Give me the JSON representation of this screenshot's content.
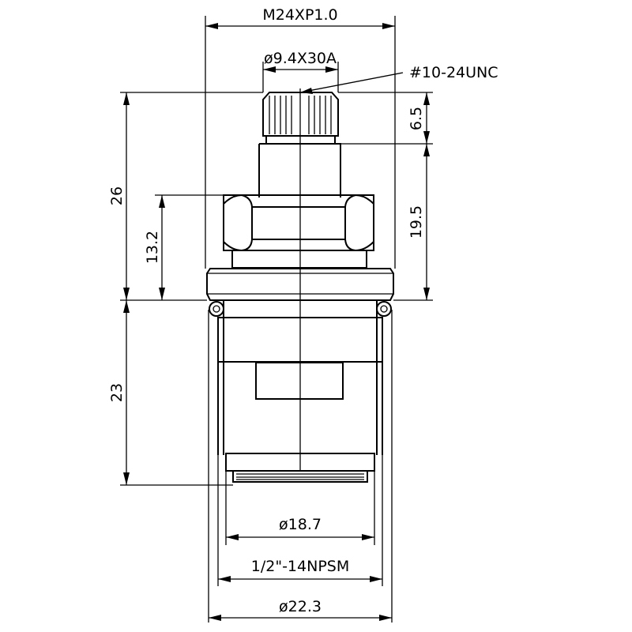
{
  "dimensions": {
    "thread_top": "M24XP1.0",
    "spline": "ø9.4X30A",
    "screw_thread": "#10-24UNC",
    "spline_height": "6.5",
    "upper_body_height": "19.5",
    "overall_upper_height": "26",
    "hex_height": "13.2",
    "lower_body_height": "23",
    "bottom_diameter": "ø18.7",
    "pipe_thread": "1/2\"-14NPSM",
    "outer_diameter": "ø22.3"
  },
  "colors": {
    "line": "#000000",
    "background": "#ffffff"
  }
}
